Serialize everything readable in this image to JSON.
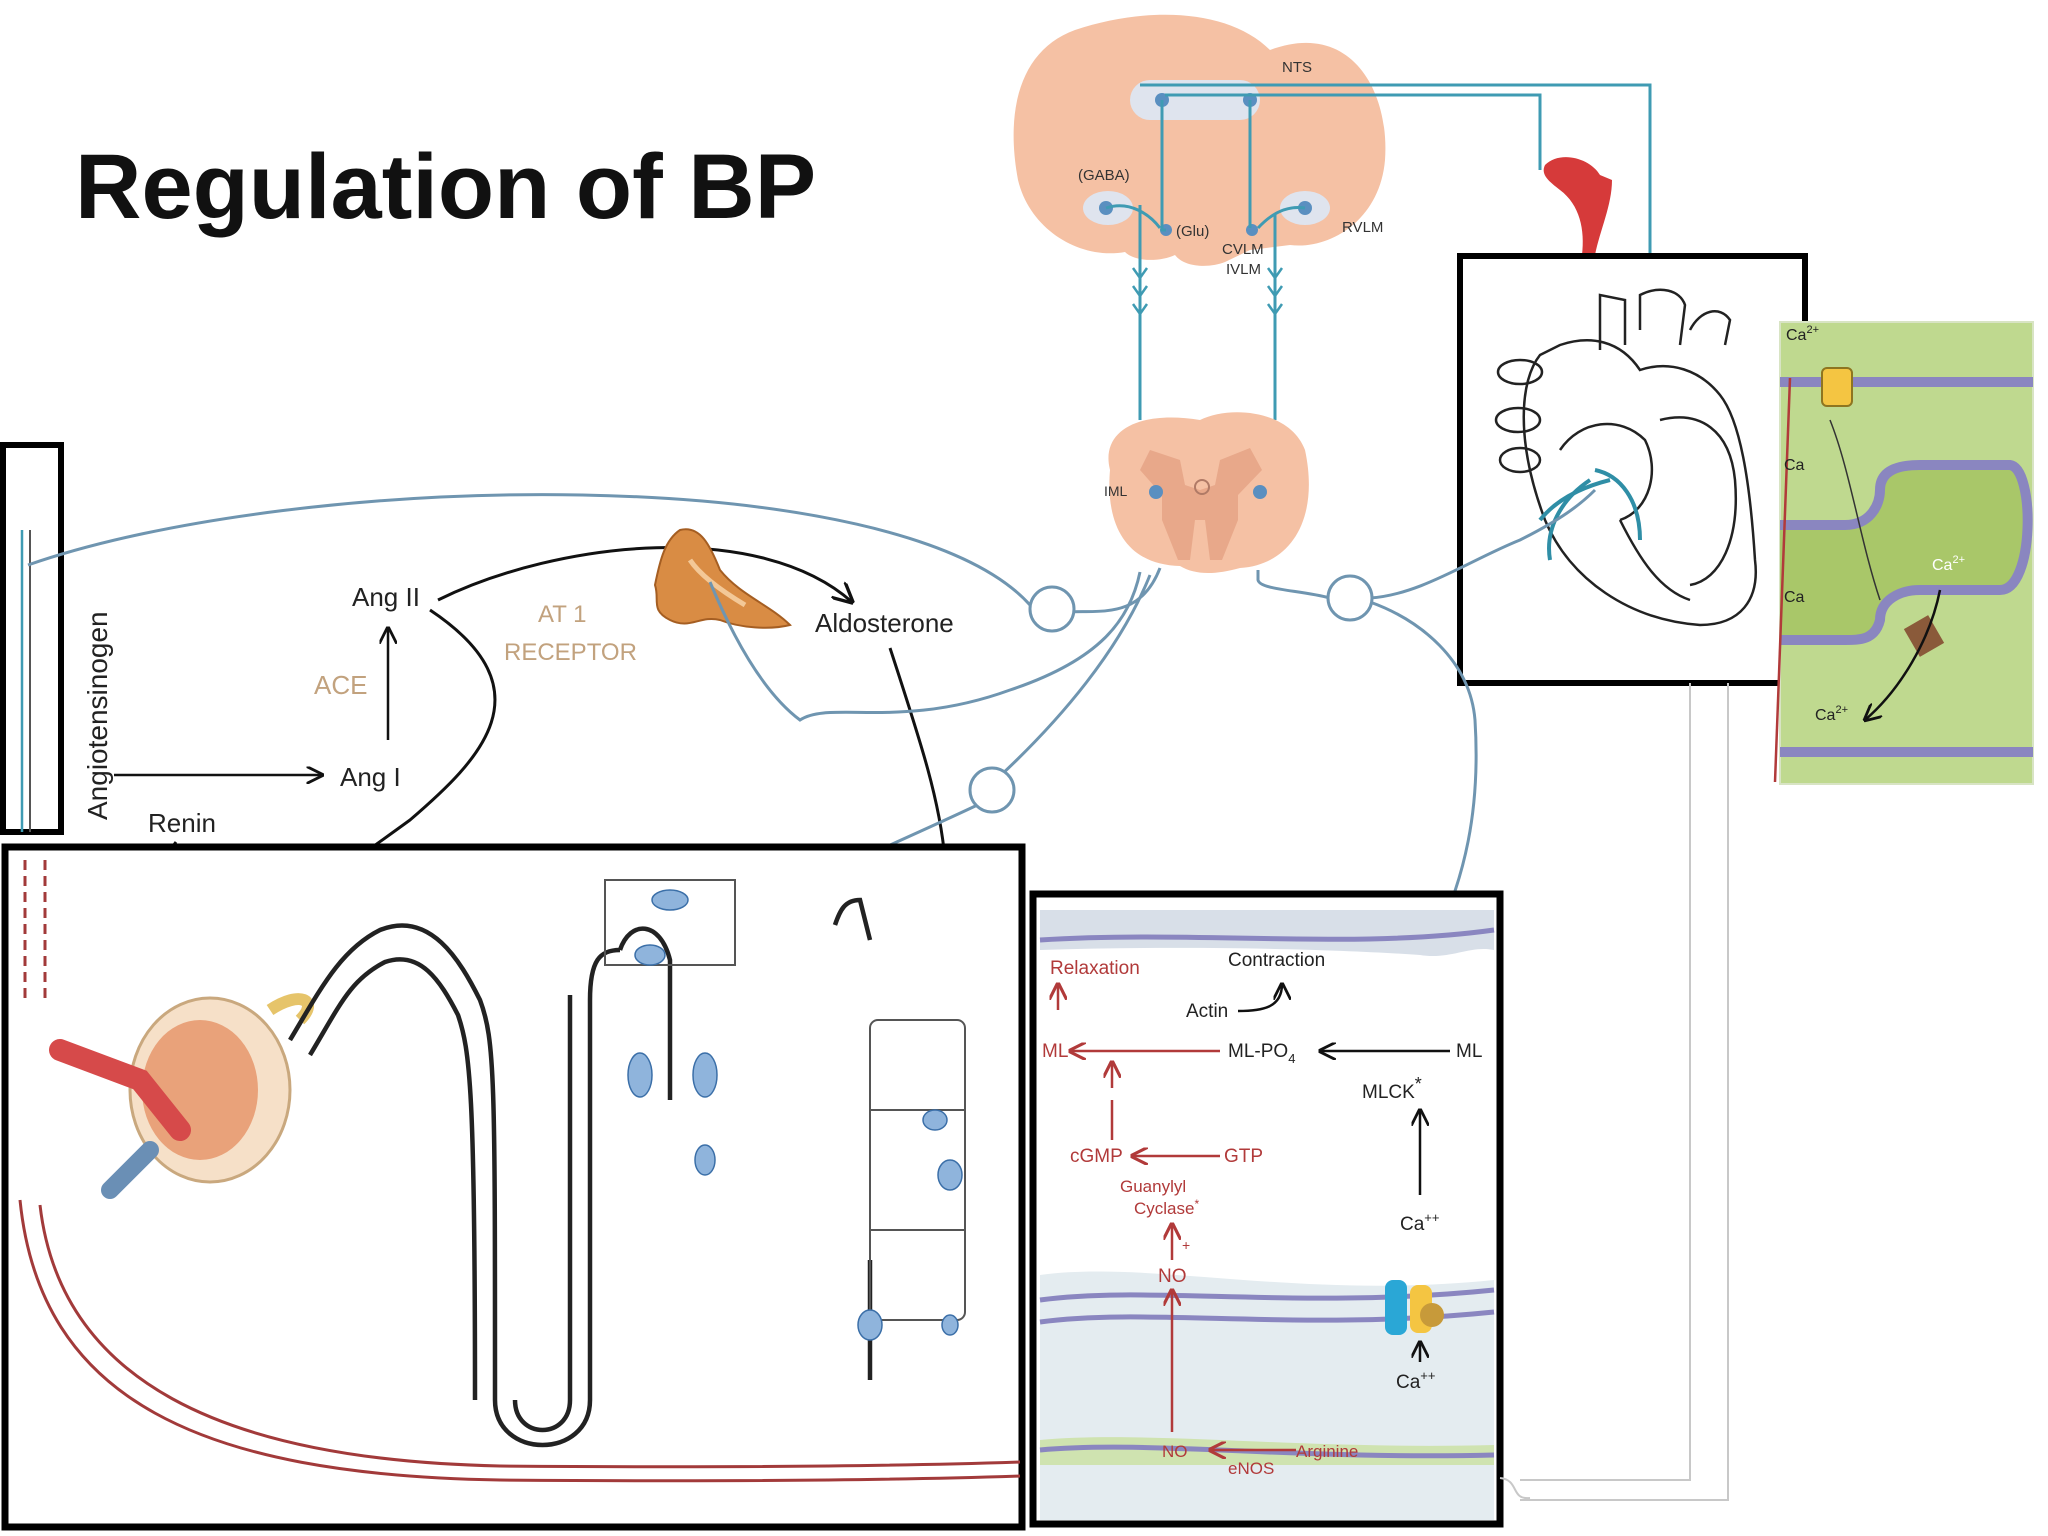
{
  "title": "Regulation of BP",
  "brainstem": {
    "nts": "NTS",
    "gaba": "(GABA)",
    "glu": "(Glu)",
    "cvlm": "CVLM",
    "ivlm": "IVLM",
    "rvlm": "RVLM"
  },
  "spinal_cord": {
    "iml": "IML"
  },
  "raas": {
    "angiotensinogen": "Angiotensinogen",
    "renin": "Renin",
    "ang1": "Ang I",
    "ang2": "Ang II",
    "ace": "ACE",
    "at1_line1": "AT 1",
    "at1_line2": "RECEPTOR",
    "aldosterone": "Aldosterone"
  },
  "smooth_muscle": {
    "relaxation": "Relaxation",
    "contraction": "Contraction",
    "actin": "Actin",
    "ml_left": "ML",
    "ml_po4": "ML-PO",
    "ml_po4_sub": "4",
    "ml_right": "ML",
    "mlck": "MLCK",
    "mlck_sup": "*",
    "cgmp": "cGMP",
    "gtp": "GTP",
    "guanylyl": "Guanylyl",
    "cyclase": "Cyclase",
    "cyclase_sup": "*",
    "no_top": "NO",
    "ca_top": "Ca",
    "ca_top_sup": "++",
    "ca_bottom": "Ca",
    "ca_bottom_sup": "++",
    "no_bottom": "NO",
    "arginine": "Arginine",
    "enos": "eNOS",
    "plus": "+"
  },
  "cardiac_myocyte": {
    "ca_a": "Ca",
    "ca_a_sup": "2+",
    "ca_b": "Ca",
    "ca_c": "Ca",
    "ca_d": "Ca",
    "ca_d_sup": "2+",
    "ca_e": "Ca",
    "ca_e_sup": "2+"
  },
  "colors": {
    "nerve": "#3f9bb3",
    "tissue": "#f5c1a4",
    "vessel_red": "#a23a3a",
    "pathway_red": "#b13a3a",
    "membrane": "#8a86c0",
    "myocyte_green": "#bfd98f",
    "raas_tan": "#c2a27e"
  }
}
